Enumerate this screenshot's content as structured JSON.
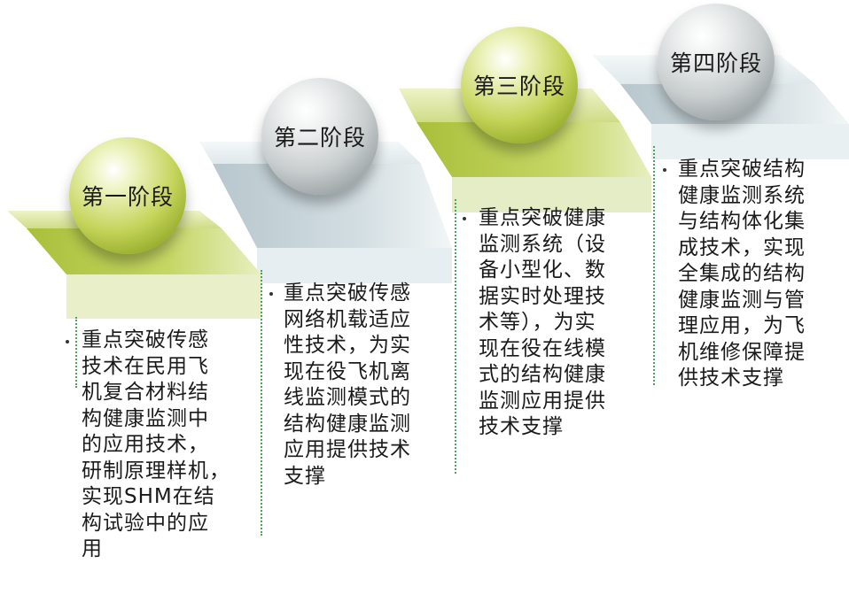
{
  "colors": {
    "green_step_top": "#d8e5a4",
    "green_step_front": "#b8cc4a",
    "grey_step_top": "#e6eef0",
    "grey_step_front": "#c4d1d6",
    "dotted_line": "#4aa55a"
  },
  "stages": [
    {
      "label": "第一阶段",
      "description": "重点突破传感\n技术在民用飞\n机复合材料结\n构健康监测中\n的应用技术，\n研制原理样机，\n实现SHM在结\n构试验中的应\n用"
    },
    {
      "label": "第二阶段",
      "description": "重点突破传感\n网络机载适应\n性技术，为实\n现在役飞机离\n线监测模式的\n结构健康监测\n应用提供技术\n支撑"
    },
    {
      "label": "第三阶段",
      "description": "重点突破健康\n监测系统（设\n备小型化、数\n据实时处理技\n术等），为实\n现在役在线模\n式的结构健康\n监测应用提供\n技术支撑"
    },
    {
      "label": "第四阶段",
      "description": "重点突破结构\n健康监测系统\n与结构体化集\n成技术，实现\n全集成的结构\n健康监测与管\n理应用，为飞\n机维修保障提\n供技术支撑"
    }
  ]
}
